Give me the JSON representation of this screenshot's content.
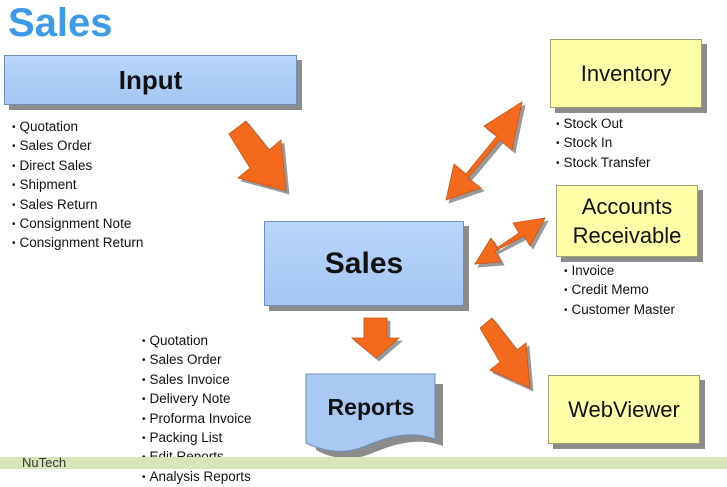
{
  "title": "Sales",
  "nodes": {
    "input": {
      "label": "Input"
    },
    "sales": {
      "label": "Sales"
    },
    "reports": {
      "label": "Reports"
    },
    "inventory": {
      "label": "Inventory"
    },
    "accounts_receivable": {
      "label_line1": "Accounts",
      "label_line2": "Receivable"
    },
    "webviewer": {
      "label": "WebViewer"
    }
  },
  "lists": {
    "input_items": [
      "Quotation",
      "Sales Order",
      "Direct Sales",
      "Shipment",
      "Sales Return",
      "Consignment Note",
      "Consignment Return"
    ],
    "inventory_items": [
      "Stock Out",
      "Stock In",
      "Stock Transfer"
    ],
    "ar_items": [
      "Invoice",
      "Credit Memo",
      "Customer Master"
    ],
    "report_items": [
      "Quotation",
      "Sales Order",
      "Sales Invoice",
      "Delivery Note",
      "Proforma Invoice",
      "Packing List",
      "Edit Reports",
      "Analysis Reports"
    ]
  },
  "footer": {
    "text": "NuTech"
  },
  "colors": {
    "title": "#3d9ae8",
    "blue_box": "#a4c6f2",
    "yellow_box": "#ffffa8",
    "arrow": "#f46a1a",
    "footer_bar": "#d6e6b8"
  }
}
